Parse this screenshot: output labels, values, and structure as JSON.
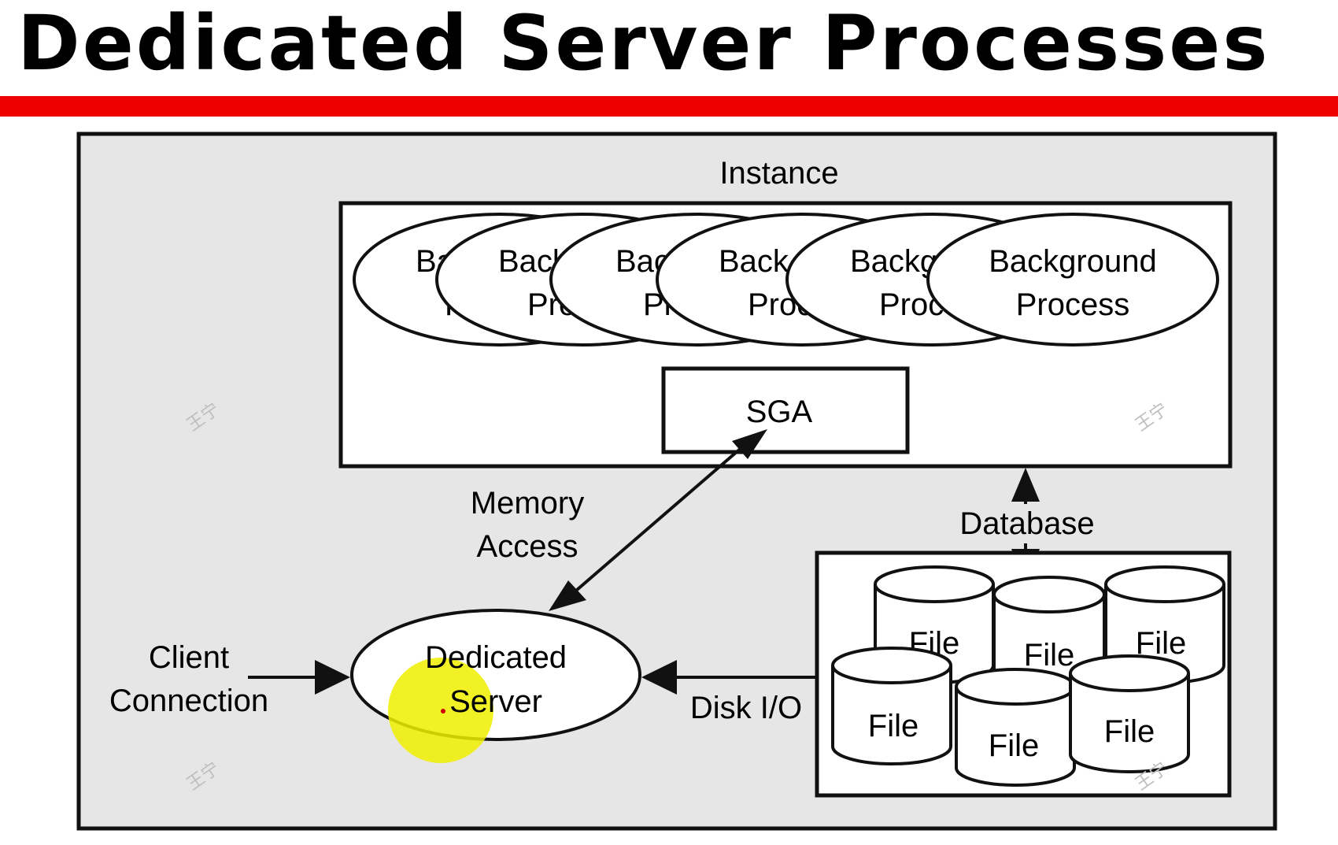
{
  "title": "Dedicated Server Processes",
  "colors": {
    "accent_rule": "#ee0000",
    "panel_bg": "#e6e6e6",
    "highlight": "#eeee00"
  },
  "instance": {
    "label": "Instance",
    "background_processes": [
      {
        "line1": "Ba",
        "line2": "P"
      },
      {
        "line1": "Back",
        "line2": "Pro"
      },
      {
        "line1": "Bac",
        "line2": "Pr"
      },
      {
        "line1": "Back",
        "line2": "Proc"
      },
      {
        "line1": "Backg",
        "line2": "Proc"
      },
      {
        "line1": "Background",
        "line2": "Process"
      }
    ],
    "sga_label": "SGA"
  },
  "memory_access": {
    "line1": "Memory",
    "line2": "Access"
  },
  "database_label": "Database",
  "client_connection": {
    "line1": "Client",
    "line2": "Connection"
  },
  "dedicated_server": {
    "line1": "Dedicated",
    "line2": "Server"
  },
  "disk_io_label": "Disk I/O",
  "files": [
    "File",
    "File",
    "File",
    "File",
    "File",
    "File"
  ],
  "watermarks": [
    "王宁",
    "王宁",
    "王宁",
    "王宁"
  ]
}
